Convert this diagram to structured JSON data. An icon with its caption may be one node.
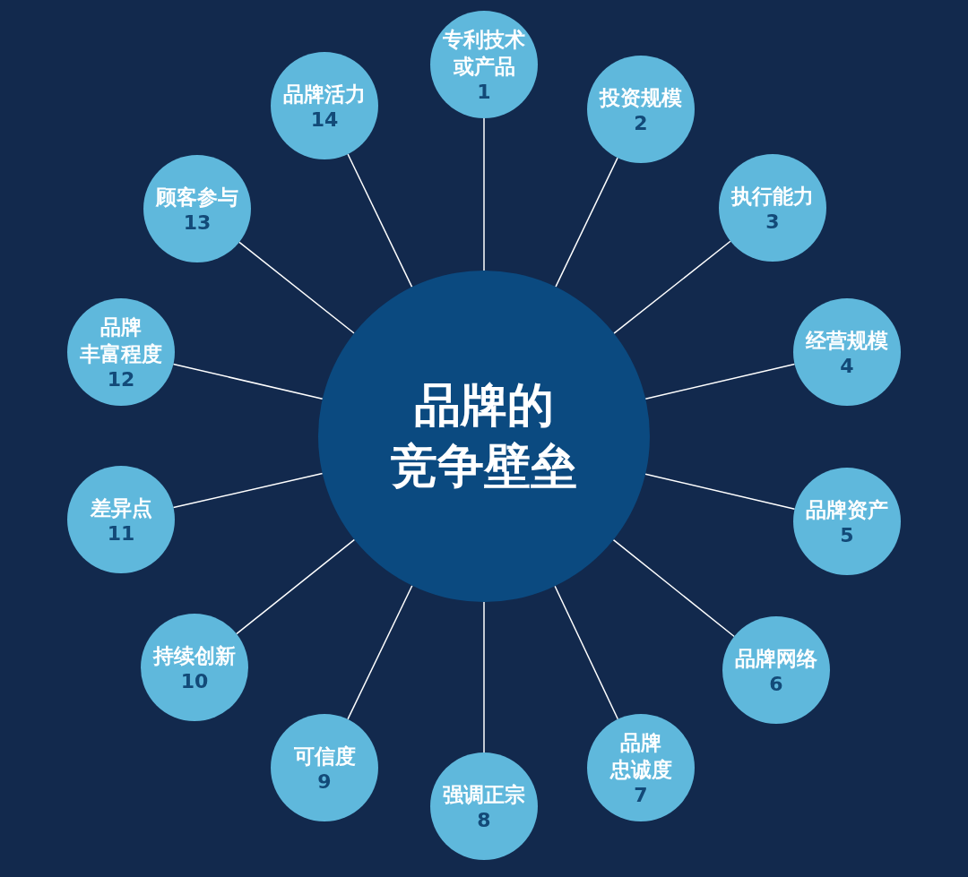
{
  "diagram": {
    "nodes": [
      {
        "text": [
          "品牌的竞争壁垒"
        ]
      },
      {
        "text": [
          "专利技术或产品",
          "1"
        ]
      },
      {
        "text": [
          "投资规模",
          "2"
        ]
      },
      {
        "text": [
          "执行能力",
          "3"
        ]
      },
      {
        "text": [
          "经营规模",
          "4"
        ]
      },
      {
        "text": [
          "品牌资产",
          "5"
        ]
      },
      {
        "text": [
          "品牌网络",
          "6"
        ]
      },
      {
        "text": [
          "品牌忠诚度",
          "7"
        ]
      },
      {
        "text": [
          "强调正宗",
          "8"
        ]
      },
      {
        "text": [
          "可信度",
          "9"
        ]
      },
      {
        "text": [
          "持续创新",
          "10"
        ]
      },
      {
        "text": [
          "差异点",
          "11"
        ]
      },
      {
        "text": [
          "品牌丰富程度",
          "12"
        ]
      },
      {
        "text": [
          "顾客参与",
          "13"
        ]
      },
      {
        "text": [
          "品牌活力",
          "14"
        ]
      }
    ],
    "edges": [
      {
        "from": 0,
        "to": 1,
        "arrow": "none"
      },
      {
        "from": 0,
        "to": 2,
        "arrow": "none"
      },
      {
        "from": 0,
        "to": 3,
        "arrow": "none"
      },
      {
        "from": 0,
        "to": 4,
        "arrow": "none"
      },
      {
        "from": 0,
        "to": 5,
        "arrow": "none"
      },
      {
        "from": 0,
        "to": 6,
        "arrow": "none"
      },
      {
        "from": 0,
        "to": 7,
        "arrow": "none"
      },
      {
        "from": 0,
        "to": 8,
        "arrow": "none"
      },
      {
        "from": 0,
        "to": 9,
        "arrow": "none"
      },
      {
        "from": 0,
        "to": 10,
        "arrow": "none"
      },
      {
        "from": 0,
        "to": 11,
        "arrow": "none"
      },
      {
        "from": 0,
        "to": 12,
        "arrow": "none"
      },
      {
        "from": 0,
        "to": 13,
        "arrow": "none"
      },
      {
        "from": 0,
        "to": 14,
        "arrow": "none"
      }
    ]
  }
}
